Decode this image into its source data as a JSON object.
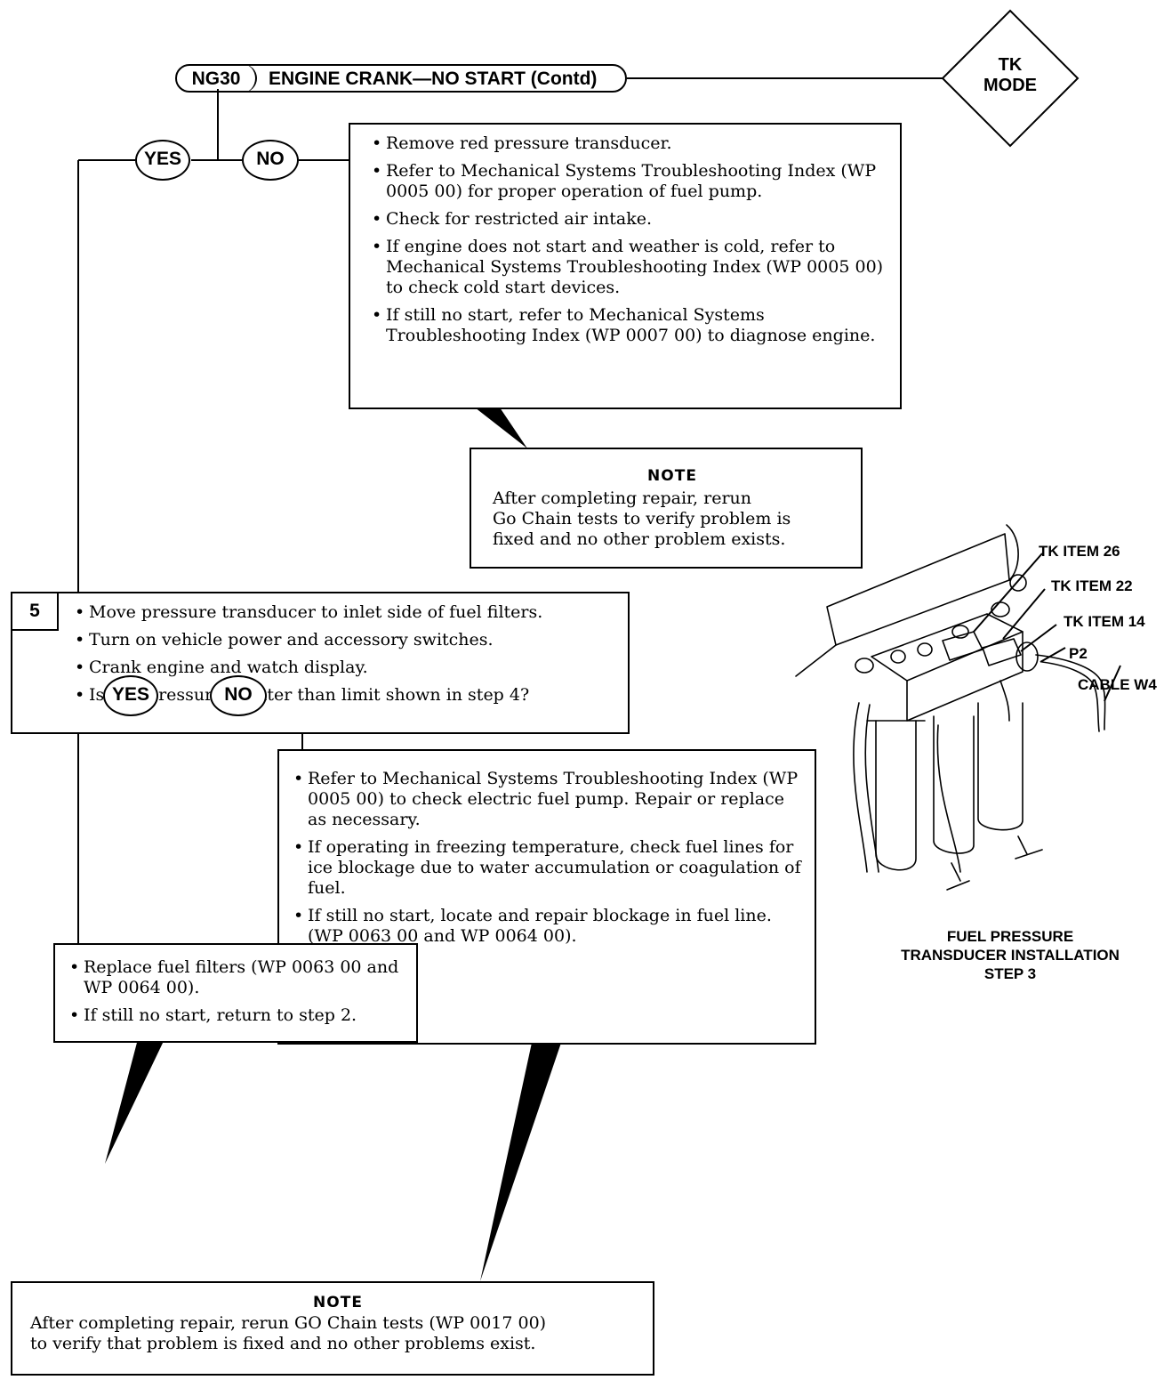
{
  "header": {
    "code": "NG30",
    "title": "ENGINE CRANK—NO START (Contd)",
    "mode_line1": "TK",
    "mode_line2": "MODE"
  },
  "branch1": {
    "yes": "YES",
    "no": "NO"
  },
  "no_box1": {
    "items": [
      "Remove red pressure transducer.",
      "Refer to Mechanical Systems Troubleshooting Index (WP 0005 00) for proper operation of fuel pump.",
      "Check for restricted air intake.",
      "If engine does not start and weather is cold, refer to Mechanical Systems Troubleshooting Index (WP 0005 00) to check cold start devices.",
      "If still no start, refer to Mechanical Systems Troubleshooting Index (WP 0007 00) to diagnose engine."
    ]
  },
  "note1": {
    "title": "NOTE",
    "lines": [
      "After completing repair, rerun",
      "Go Chain tests to verify problem is",
      "fixed and no other problem exists."
    ]
  },
  "step5": {
    "number": "5",
    "items": [
      "Move pressure transducer to inlet side of fuel filters.",
      "Turn on vehicle power and accessory switches.",
      "Crank engine and watch display.",
      "Is fuel pressure greater than limit shown in step 4?"
    ]
  },
  "branch2": {
    "yes": "YES",
    "no": "NO"
  },
  "no_box2": {
    "items": [
      "Refer to Mechanical Systems Troubleshooting Index (WP 0005 00) to check electric fuel pump. Repair or replace as necessary.",
      "If operating in freezing temperature, check fuel lines for ice blockage due to water accumulation or coagulation of fuel.",
      "If still no start, locate and repair blockage in fuel line. (WP 0063 00 and WP 0064 00)."
    ]
  },
  "yes_box2": {
    "items": [
      "Replace fuel filters (WP 0063 00 and WP 0064 00).",
      "If still no start, return to step 2."
    ]
  },
  "note2": {
    "title": "NOTE",
    "lines": [
      "After completing repair, rerun GO Chain tests (WP 0017 00)",
      "to verify that problem is fixed and no other problems exist."
    ]
  },
  "illustration": {
    "callouts": [
      "TK ITEM 26",
      "TK ITEM 22",
      "TK ITEM 14",
      "P2",
      "CABLE W4"
    ],
    "caption_line1": "FUEL PRESSURE",
    "caption_line2": "TRANSDUCER INSTALLATION",
    "caption_line3": "STEP 3"
  }
}
